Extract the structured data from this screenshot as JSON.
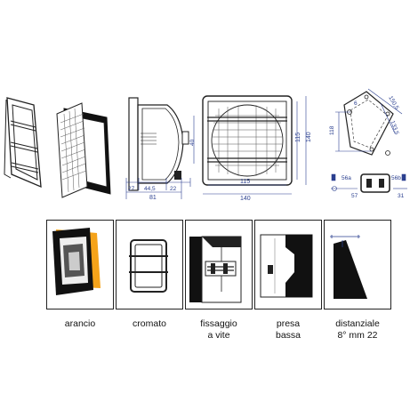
{
  "front_view": {
    "dim_width_inner": "115",
    "dim_width_outer": "140",
    "dim_height_inner": "115",
    "dim_height_outer": "140"
  },
  "side_view": {
    "dim_depth_left": "27",
    "dim_depth_mid": "44,5",
    "dim_depth_right": "22",
    "dim_depth_total": "81",
    "dim_height_mount": "40"
  },
  "mount_view": {
    "dim_diagonal": "150,5",
    "dim_diagonal_inner": "133,5",
    "dim_height": "118",
    "dim_hole": "6"
  },
  "bracket_view": {
    "label_left": "56a",
    "label_right": "56b",
    "dim_left": "57",
    "dim_right": "31"
  },
  "accessories": [
    {
      "caption_lines": [
        "arancio"
      ]
    },
    {
      "caption_lines": [
        "cromato"
      ]
    },
    {
      "caption_lines": [
        "fissaggio",
        "a vite"
      ]
    },
    {
      "caption_lines": [
        "presa",
        "bassa"
      ]
    },
    {
      "caption_lines": [
        "distanziale",
        "8° mm 22"
      ]
    }
  ],
  "colors": {
    "dimension": "#2a3f8f",
    "amber": "#f5a31a",
    "outline": "#222222"
  }
}
